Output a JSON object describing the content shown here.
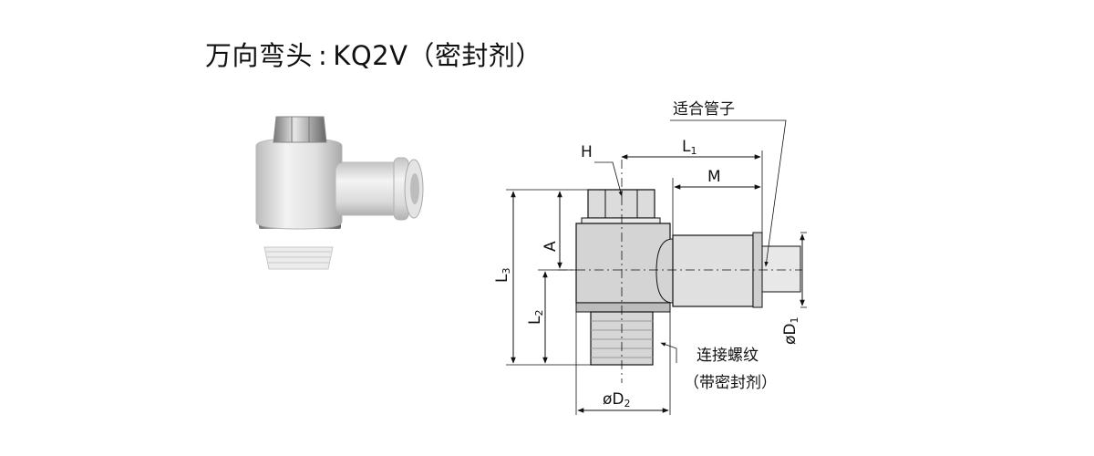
{
  "title": {
    "name_cn": "万向弯头",
    "separator": ":",
    "model": "KQ2V（密封剂）"
  },
  "dimensions": {
    "H": "H",
    "L1": "L",
    "L1_sub": "1",
    "M": "M",
    "A": "A",
    "L2": "L",
    "L2_sub": "2",
    "L3": "L",
    "L3_sub": "3",
    "D1": "øD",
    "D1_sub": "1",
    "D2": "øD",
    "D2_sub": "2"
  },
  "callouts": {
    "tube": "适合管子",
    "thread": "连接螺纹",
    "thread_note": "（带密封剂）"
  }
}
